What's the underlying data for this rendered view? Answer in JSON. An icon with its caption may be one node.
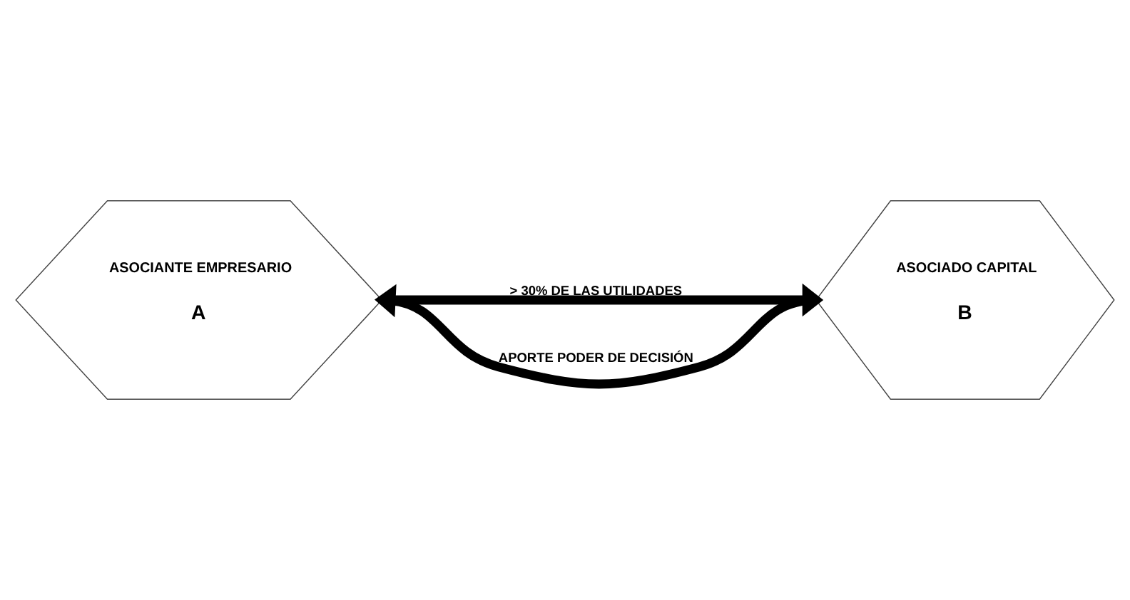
{
  "diagram": {
    "nodes": [
      {
        "text": [
          "ASOCIANTE EMPRESARIO",
          "A"
        ]
      },
      {
        "text": [
          "ASOCIADO CAPITAL",
          "B"
        ]
      }
    ],
    "edges": [
      {
        "from": 1,
        "to": 0,
        "arrow": "to",
        "label": "APORTE PODER DE DECISIÓN"
      },
      {
        "from": 0,
        "to": 1,
        "arrow": "to",
        "label": "> 30% DE LAS UTILIDADES"
      }
    ]
  }
}
